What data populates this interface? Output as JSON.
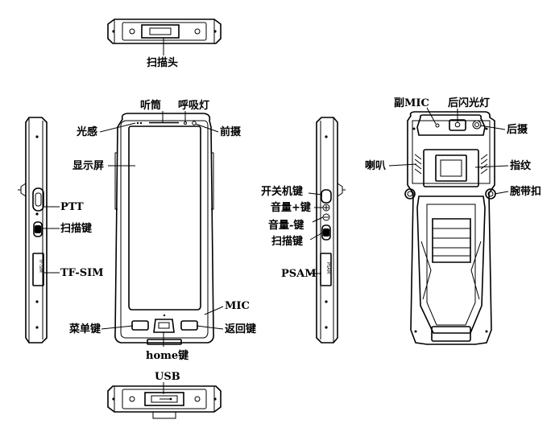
{
  "labels": {
    "scan_head": "扫描头",
    "receiver": "听筒",
    "breathing_light": "呼吸灯",
    "light_sensor": "光感",
    "front_camera": "前摄",
    "display": "显示屏",
    "ptt": "PTT",
    "scan_key_left": "扫描键",
    "tf_sim": "TF-SIM",
    "menu_key": "菜单键",
    "home_key": "home键",
    "back_key": "返回键",
    "mic": "MIC",
    "usb": "USB",
    "power_key": "开关机键",
    "volume_up": "音量+键",
    "volume_down": "音量-键",
    "scan_key_right": "扫描键",
    "psam": "PSAM",
    "secondary_mic": "副MIC",
    "rear_flash": "后闪光灯",
    "rear_camera": "后摄",
    "speaker": "喇叭",
    "fingerprint": "指纹",
    "wrist_strap_buckle": "腕带扣"
  },
  "slot_text": {
    "tf_sim_slot": "TF-SIM",
    "psam_slot": "PSAM"
  },
  "colors": {
    "line": "#000000",
    "background": "#ffffff"
  }
}
